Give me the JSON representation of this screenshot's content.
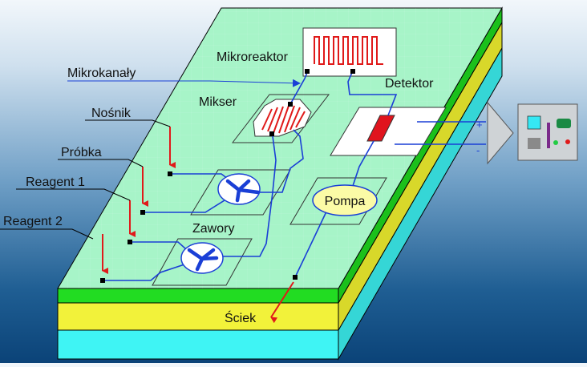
{
  "labels": {
    "mikrokanaly": "Mikrokanały",
    "nosnik": "Nośnik",
    "probka": "Próbka",
    "reagent1": "Reagent 1",
    "reagent2": "Reagent 2",
    "mikroreaktor": "Mikroreaktor",
    "mikser": "Mikser",
    "detektor": "Detektor",
    "zawory": "Zawory",
    "pompa": "Pompa",
    "sciek": "Ściek",
    "plus": "+",
    "minus": "-"
  },
  "colors": {
    "chip_top": "#a7f4c8",
    "layer_green": "#22dc22",
    "layer_yellow": "#f2f23a",
    "layer_cyan": "#3ff4f4",
    "channel": "#1a3fd6",
    "arrow": "#e01a1a",
    "heater": "#e01a1a",
    "detector_cell": "#e0141e",
    "pump_fill": "#fbfba6"
  }
}
